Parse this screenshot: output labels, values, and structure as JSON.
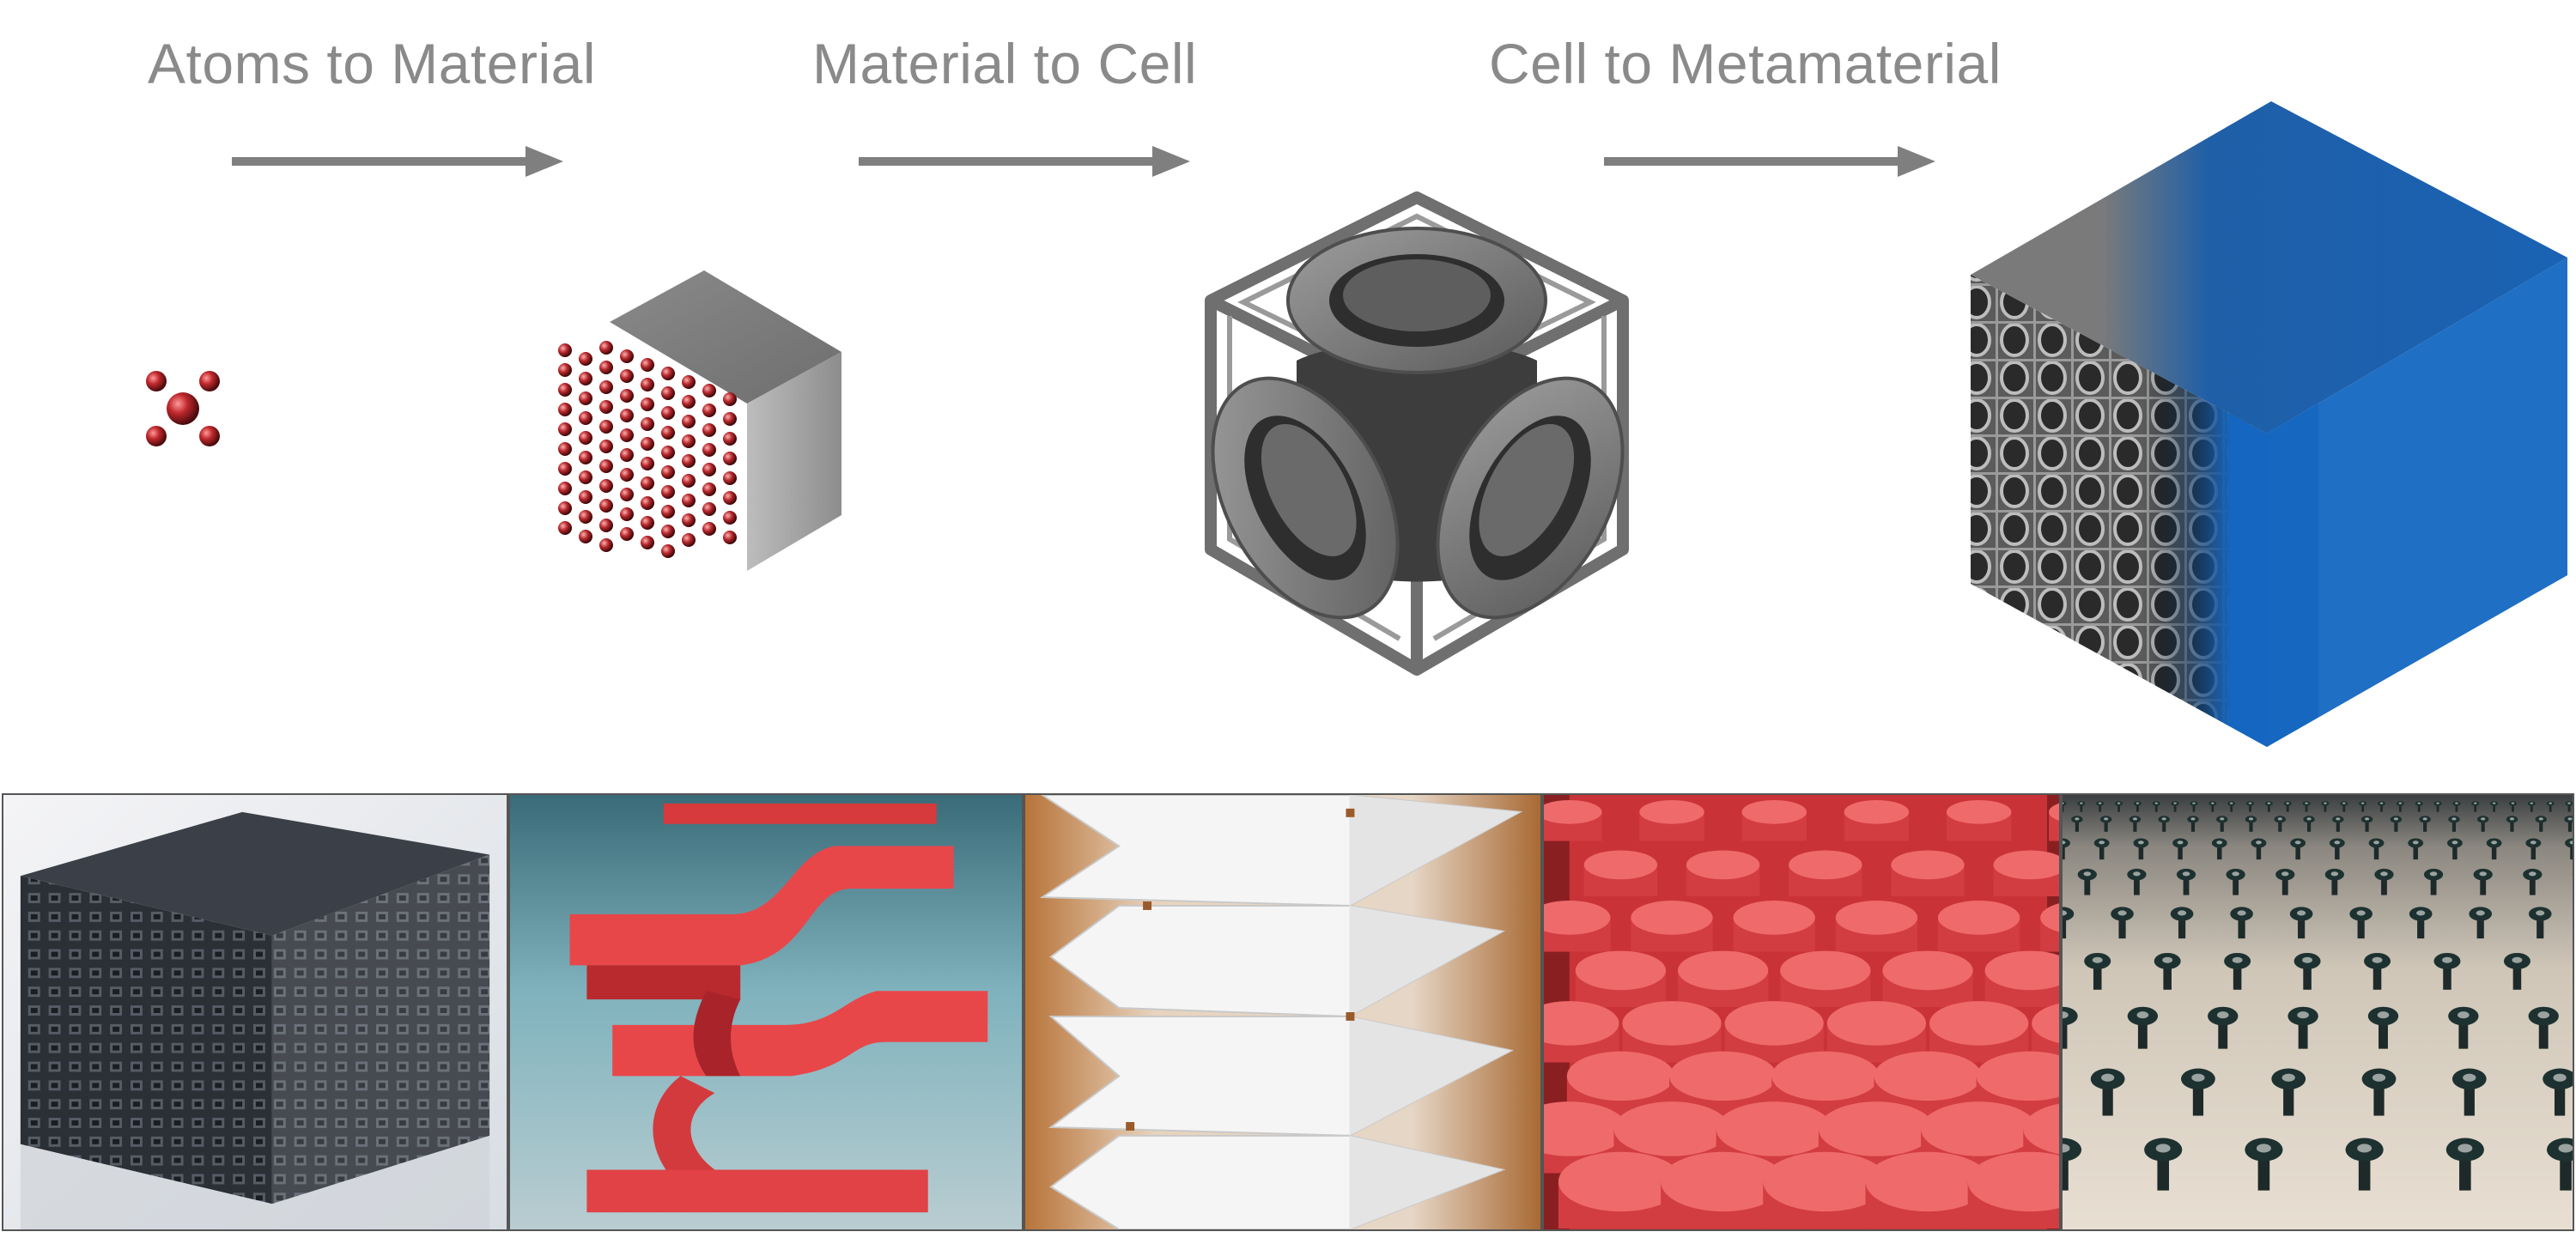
{
  "stages": [
    {
      "label": "Atoms to Material"
    },
    {
      "label": "Material to Cell"
    },
    {
      "label": "Cell to Metamaterial"
    }
  ],
  "colors": {
    "label_gray": "#8a8a8a",
    "arrow_gray": "#7f7f7f",
    "atom_red": "#b3262a",
    "metal_gray": "#8c8c8c",
    "bulk_blue": "#1a6fc4",
    "print_red": "#e8474a"
  },
  "photos": [
    {
      "name": "black-lattice-block-photo"
    },
    {
      "name": "red-curved-print-photo"
    },
    {
      "name": "white-origami-fold-photo"
    },
    {
      "name": "red-cylinder-array-photo"
    },
    {
      "name": "black-screw-array-photo"
    }
  ]
}
